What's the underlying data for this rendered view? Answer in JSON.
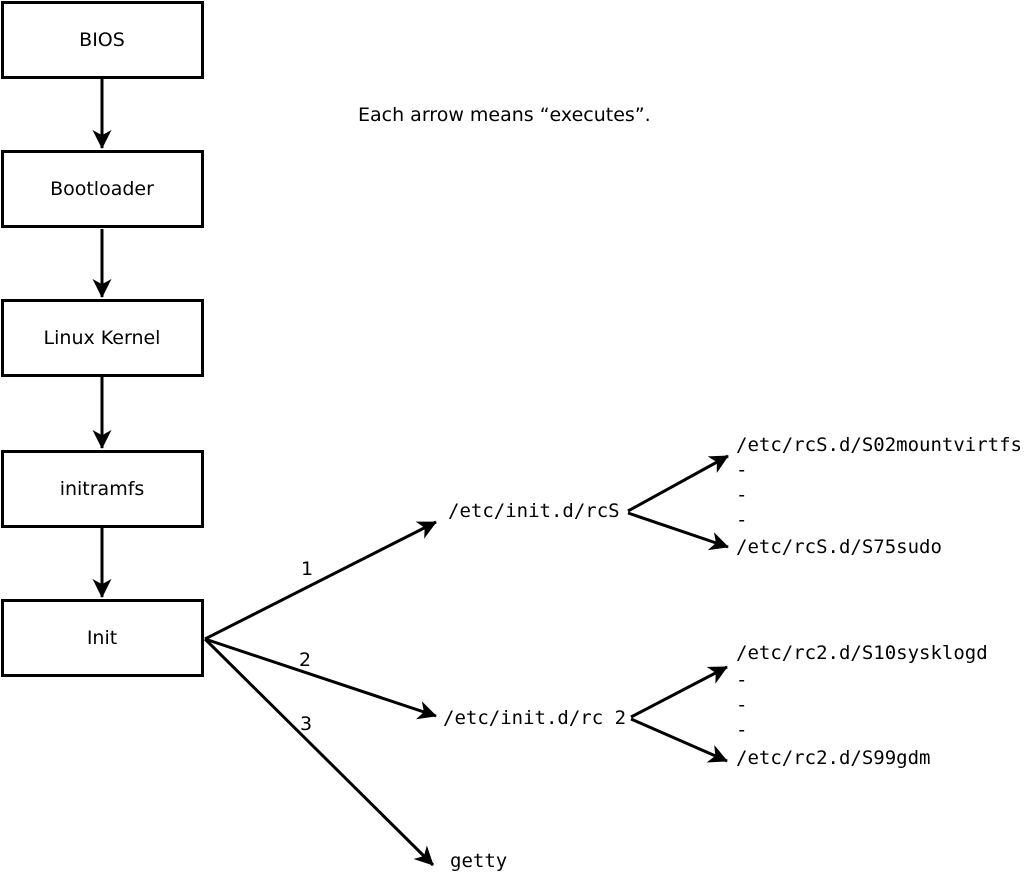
{
  "legend": "Each arrow means “executes”.",
  "boxes": [
    "BIOS",
    "Bootloader",
    "Linux Kernel",
    "initramfs",
    "Init"
  ],
  "arrow_labels": [
    "1",
    "2",
    "3"
  ],
  "nodes": {
    "rcS": "/etc/init.d/rcS",
    "rc2": "/etc/init.d/rc 2",
    "getty": "getty",
    "rcS_first": "/etc/rcS.d/S02mountvirtfs",
    "rcS_last": "/etc/rcS.d/S75sudo",
    "rc2_first": "/etc/rc2.d/S10sysklogd",
    "rc2_last": "/etc/rc2.d/S99gdm",
    "ellipsis": [
      "-",
      "-",
      "-"
    ]
  },
  "colors": {
    "ink": "#000000",
    "background": "#ffffff"
  }
}
